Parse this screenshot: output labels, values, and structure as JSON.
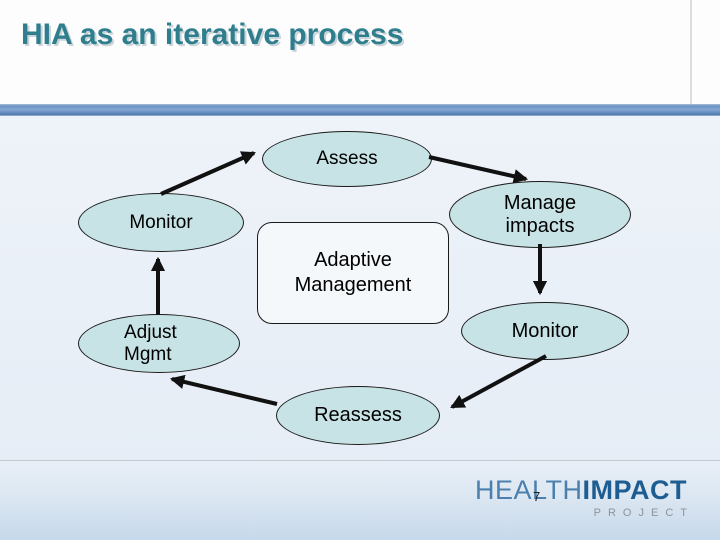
{
  "slide": {
    "title": "HIA as an iterative process",
    "page_number": "7"
  },
  "diagram": {
    "nodes": {
      "assess": {
        "label": "Assess"
      },
      "manage_impacts": {
        "line1": "Manage",
        "line2": "impacts"
      },
      "monitor_right": {
        "label": "Monitor"
      },
      "reassess": {
        "label": "Reassess"
      },
      "adjust_mgmt": {
        "line1": "Adjust",
        "line2": "Mgmt"
      },
      "monitor_left": {
        "label": "Monitor"
      },
      "center": {
        "line1": "Adaptive",
        "line2": "Management"
      }
    }
  },
  "logo": {
    "health": "HEALTH",
    "impact": "IMPACT",
    "project": "PROJECT"
  },
  "colors": {
    "title-teal": "#2f7e8d",
    "bar-blue": "#6b92c2",
    "node-fill": "#c7e3e5",
    "node-border": "#1a1a1a",
    "arrow-black": "#111111",
    "logo-health-blue": "#4b80ae",
    "logo-impact-blue": "#1d5d92",
    "logo-project-gray": "#8e939a"
  }
}
